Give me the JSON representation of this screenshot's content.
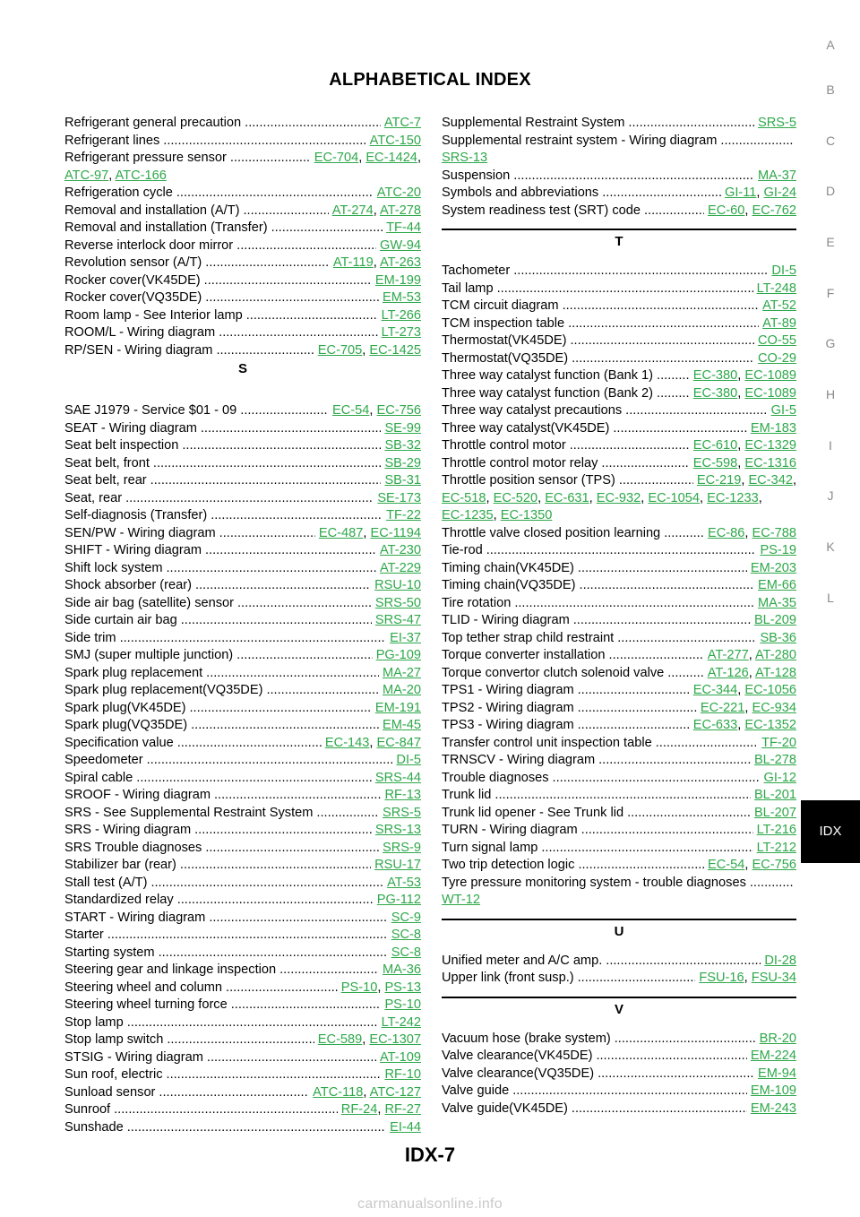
{
  "header": {
    "title": "ALPHABETICAL INDEX"
  },
  "footer": {
    "page_number": "IDX-7",
    "watermark": "carmanualsonline.info"
  },
  "tabs": [
    "A",
    "B",
    "C",
    "D",
    "E",
    "F",
    "G",
    "H",
    "I",
    "J",
    "K",
    "L",
    "IDX"
  ],
  "colors": {
    "link": "#2ea84a",
    "tab_active_bg": "#000000",
    "tab_inactive": "#8a8a8a"
  },
  "left_column": {
    "r_entries": [
      {
        "label": "Refrigerant general precaution",
        "refs": [
          "ATC-7"
        ]
      },
      {
        "label": "Refrigerant lines",
        "refs": [
          "ATC-150"
        ]
      },
      {
        "label": "Refrigerant pressure sensor",
        "refs": [
          "EC-704",
          "EC-1424"
        ],
        "cont": [
          "ATC-97",
          "ATC-166"
        ]
      },
      {
        "label": "Refrigeration cycle",
        "refs": [
          "ATC-20"
        ]
      },
      {
        "label": "Removal and installation (A/T)",
        "refs": [
          "AT-274",
          "AT-278"
        ]
      },
      {
        "label": "Removal and installation (Transfer)",
        "refs": [
          "TF-44"
        ]
      },
      {
        "label": "Reverse interlock door mirror",
        "refs": [
          "GW-94"
        ]
      },
      {
        "label": "Revolution sensor (A/T)",
        "refs": [
          "AT-119",
          "AT-263"
        ]
      },
      {
        "label": "Rocker cover(VK45DE)",
        "refs": [
          "EM-199"
        ]
      },
      {
        "label": "Rocker cover(VQ35DE)",
        "refs": [
          "EM-53"
        ]
      },
      {
        "label": "Room lamp - See Interior lamp",
        "refs": [
          "LT-266"
        ]
      },
      {
        "label": "ROOM/L - Wiring diagram",
        "refs": [
          "LT-273"
        ]
      },
      {
        "label": "RP/SEN - Wiring diagram",
        "refs": [
          "EC-705",
          "EC-1425"
        ]
      }
    ],
    "s_letter": "S",
    "s_entries": [
      {
        "label": "SAE J1979 - Service $01 - 09",
        "refs": [
          "EC-54",
          "EC-756"
        ]
      },
      {
        "label": "SEAT - Wiring diagram",
        "refs": [
          "SE-99"
        ]
      },
      {
        "label": "Seat belt inspection",
        "refs": [
          "SB-32"
        ]
      },
      {
        "label": "Seat belt, front",
        "refs": [
          "SB-29"
        ]
      },
      {
        "label": "Seat belt, rear",
        "refs": [
          "SB-31"
        ]
      },
      {
        "label": "Seat, rear",
        "refs": [
          "SE-173"
        ]
      },
      {
        "label": "Self-diagnosis (Transfer)",
        "refs": [
          "TF-22"
        ]
      },
      {
        "label": "SEN/PW - Wiring diagram",
        "refs": [
          "EC-487",
          "EC-1194"
        ]
      },
      {
        "label": "SHIFT - Wiring diagram",
        "refs": [
          "AT-230"
        ]
      },
      {
        "label": "Shift lock system",
        "refs": [
          "AT-229"
        ]
      },
      {
        "label": "Shock absorber (rear)",
        "refs": [
          "RSU-10"
        ]
      },
      {
        "label": "Side air bag (satellite) sensor",
        "refs": [
          "SRS-50"
        ]
      },
      {
        "label": "Side curtain air bag",
        "refs": [
          "SRS-47"
        ]
      },
      {
        "label": "Side trim",
        "refs": [
          "EI-37"
        ]
      },
      {
        "label": "SMJ (super multiple junction)",
        "refs": [
          "PG-109"
        ]
      },
      {
        "label": "Spark plug replacement",
        "refs": [
          "MA-27"
        ]
      },
      {
        "label": "Spark plug replacement(VQ35DE)",
        "refs": [
          "MA-20"
        ]
      },
      {
        "label": "Spark plug(VK45DE)",
        "refs": [
          "EM-191"
        ]
      },
      {
        "label": "Spark plug(VQ35DE)",
        "refs": [
          "EM-45"
        ]
      },
      {
        "label": "Specification value",
        "refs": [
          "EC-143",
          "EC-847"
        ]
      },
      {
        "label": "Speedometer",
        "refs": [
          "DI-5"
        ]
      },
      {
        "label": "Spiral cable",
        "refs": [
          "SRS-44"
        ]
      },
      {
        "label": "SROOF - Wiring diagram",
        "refs": [
          "RF-13"
        ]
      },
      {
        "label": "SRS - See Supplemental Restraint System",
        "refs": [
          "SRS-5"
        ]
      },
      {
        "label": "SRS - Wiring diagram",
        "refs": [
          "SRS-13"
        ]
      },
      {
        "label": "SRS Trouble diagnoses",
        "refs": [
          "SRS-9"
        ]
      },
      {
        "label": "Stabilizer bar (rear)",
        "refs": [
          "RSU-17"
        ]
      },
      {
        "label": "Stall test (A/T)",
        "refs": [
          "AT-53"
        ]
      },
      {
        "label": "Standardized relay",
        "refs": [
          "PG-112"
        ]
      },
      {
        "label": "START - Wiring diagram",
        "refs": [
          "SC-9"
        ]
      },
      {
        "label": "Starter",
        "refs": [
          "SC-8"
        ]
      },
      {
        "label": "Starting system",
        "refs": [
          "SC-8"
        ]
      },
      {
        "label": "Steering gear and linkage inspection",
        "refs": [
          "MA-36"
        ]
      },
      {
        "label": "Steering wheel and column",
        "refs": [
          "PS-10",
          "PS-13"
        ]
      },
      {
        "label": "Steering wheel turning force",
        "refs": [
          "PS-10"
        ]
      },
      {
        "label": "Stop lamp",
        "refs": [
          "LT-242"
        ]
      },
      {
        "label": "Stop lamp switch",
        "refs": [
          "EC-589",
          "EC-1307"
        ]
      },
      {
        "label": "STSIG - Wiring diagram",
        "refs": [
          "AT-109"
        ]
      },
      {
        "label": "Sun roof, electric",
        "refs": [
          "RF-10"
        ]
      },
      {
        "label": "Sunload sensor",
        "refs": [
          "ATC-118",
          "ATC-127"
        ]
      },
      {
        "label": "Sunroof",
        "refs": [
          "RF-24",
          "RF-27"
        ]
      },
      {
        "label": "Sunshade",
        "refs": [
          "EI-44"
        ]
      }
    ]
  },
  "right_column": {
    "s_entries": [
      {
        "label": "Supplemental Restraint System",
        "refs": [
          "SRS-5"
        ]
      },
      {
        "label": "Supplemental restraint system - Wiring diagram",
        "refs": [],
        "cont": [
          "SRS-13"
        ]
      },
      {
        "label": "Suspension",
        "refs": [
          "MA-37"
        ]
      },
      {
        "label": "Symbols and abbreviations",
        "refs": [
          "GI-11",
          "GI-24"
        ]
      },
      {
        "label": "System readiness test (SRT) code",
        "refs": [
          "EC-60",
          "EC-762"
        ]
      }
    ],
    "t_letter": "T",
    "t_entries": [
      {
        "label": "Tachometer",
        "refs": [
          "DI-5"
        ]
      },
      {
        "label": "Tail lamp",
        "refs": [
          "LT-248"
        ]
      },
      {
        "label": "TCM circuit diagram",
        "refs": [
          "AT-52"
        ]
      },
      {
        "label": "TCM inspection table",
        "refs": [
          "AT-89"
        ]
      },
      {
        "label": "Thermostat(VK45DE)",
        "refs": [
          "CO-55"
        ]
      },
      {
        "label": "Thermostat(VQ35DE)",
        "refs": [
          "CO-29"
        ]
      },
      {
        "label": "Three way catalyst function (Bank 1)",
        "refs": [
          "EC-380",
          "EC-1089"
        ]
      },
      {
        "label": "Three way catalyst function (Bank 2)",
        "refs": [
          "EC-380",
          "EC-1089"
        ]
      },
      {
        "label": "Three way catalyst precautions",
        "refs": [
          "GI-5"
        ]
      },
      {
        "label": "Three way catalyst(VK45DE)",
        "refs": [
          "EM-183"
        ]
      },
      {
        "label": "Throttle control motor",
        "refs": [
          "EC-610",
          "EC-1329"
        ]
      },
      {
        "label": "Throttle control motor relay",
        "refs": [
          "EC-598",
          "EC-1316"
        ]
      },
      {
        "label": "Throttle position sensor (TPS)",
        "refs": [
          "EC-219",
          "EC-342"
        ],
        "cont": [
          "EC-518",
          "EC-520",
          "EC-631",
          "EC-932",
          "EC-1054",
          "EC-1233"
        ],
        "cont2": [
          "EC-1235",
          "EC-1350"
        ]
      },
      {
        "label": "Throttle valve closed position learning",
        "refs": [
          "EC-86",
          "EC-788"
        ]
      },
      {
        "label": "Tie-rod",
        "refs": [
          "PS-19"
        ]
      },
      {
        "label": "Timing chain(VK45DE)",
        "refs": [
          "EM-203"
        ]
      },
      {
        "label": "Timing chain(VQ35DE)",
        "refs": [
          "EM-66"
        ]
      },
      {
        "label": "Tire rotation",
        "refs": [
          "MA-35"
        ]
      },
      {
        "label": "TLID - Wiring diagram",
        "refs": [
          "BL-209"
        ]
      },
      {
        "label": "Top tether strap child restraint",
        "refs": [
          "SB-36"
        ]
      },
      {
        "label": "Torque converter installation",
        "refs": [
          "AT-277",
          "AT-280"
        ]
      },
      {
        "label": "Torque convertor clutch solenoid valve",
        "refs": [
          "AT-126",
          "AT-128"
        ]
      },
      {
        "label": "TPS1 - Wiring diagram",
        "refs": [
          "EC-344",
          "EC-1056"
        ]
      },
      {
        "label": "TPS2 - Wiring diagram",
        "refs": [
          "EC-221",
          "EC-934"
        ]
      },
      {
        "label": "TPS3 - Wiring diagram",
        "refs": [
          "EC-633",
          "EC-1352"
        ]
      },
      {
        "label": "Transfer control unit inspection table",
        "refs": [
          "TF-20"
        ]
      },
      {
        "label": "TRNSCV - Wiring diagram",
        "refs": [
          "BL-278"
        ]
      },
      {
        "label": "Trouble diagnoses",
        "refs": [
          "GI-12"
        ]
      },
      {
        "label": "Trunk lid",
        "refs": [
          "BL-201"
        ]
      },
      {
        "label": "Trunk lid opener - See Trunk lid",
        "refs": [
          "BL-207"
        ]
      },
      {
        "label": "TURN - Wiring diagram",
        "refs": [
          "LT-216"
        ]
      },
      {
        "label": "Turn signal lamp",
        "refs": [
          "LT-212"
        ]
      },
      {
        "label": "Two trip detection logic",
        "refs": [
          "EC-54",
          "EC-756"
        ]
      },
      {
        "label": "Tyre pressure monitoring system - trouble diagnoses",
        "refs": [],
        "cont": [
          "WT-12"
        ]
      }
    ],
    "u_letter": "U",
    "u_entries": [
      {
        "label": "Unified meter and A/C amp.",
        "refs": [
          "DI-28"
        ]
      },
      {
        "label": "Upper link (front susp.)",
        "refs": [
          "FSU-16",
          "FSU-34"
        ]
      }
    ],
    "v_letter": "V",
    "v_entries": [
      {
        "label": "Vacuum hose (brake system)",
        "refs": [
          "BR-20"
        ]
      },
      {
        "label": "Valve clearance(VK45DE)",
        "refs": [
          "EM-224"
        ]
      },
      {
        "label": "Valve clearance(VQ35DE)",
        "refs": [
          "EM-94"
        ]
      },
      {
        "label": "Valve guide",
        "refs": [
          "EM-109"
        ]
      },
      {
        "label": "Valve guide(VK45DE)",
        "refs": [
          "EM-243"
        ]
      }
    ]
  }
}
